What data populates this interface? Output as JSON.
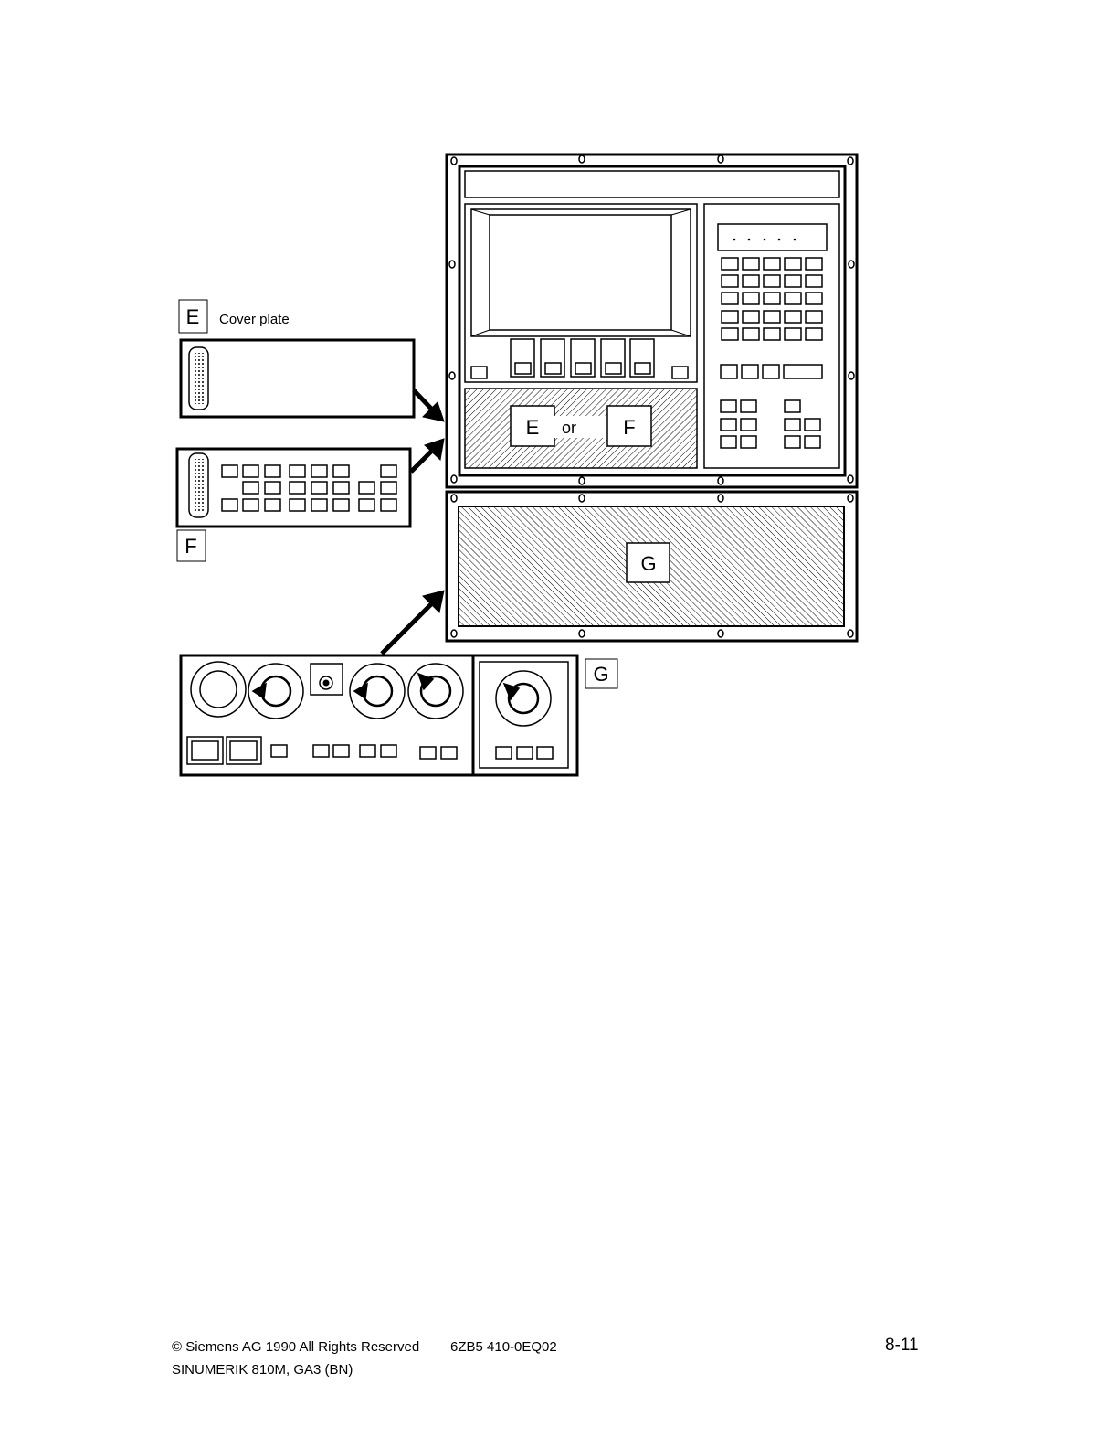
{
  "labels": {
    "e": "E",
    "f": "F",
    "g": "G",
    "cover_plate": "Cover plate",
    "or": "or"
  },
  "footer": {
    "copyright": "© Siemens AG 1990 All Rights Reserved",
    "doc_number": "6ZB5 410-0EQ02",
    "page_number": "8-11",
    "product": "SINUMERIK 810M, GA3 (BN)"
  }
}
